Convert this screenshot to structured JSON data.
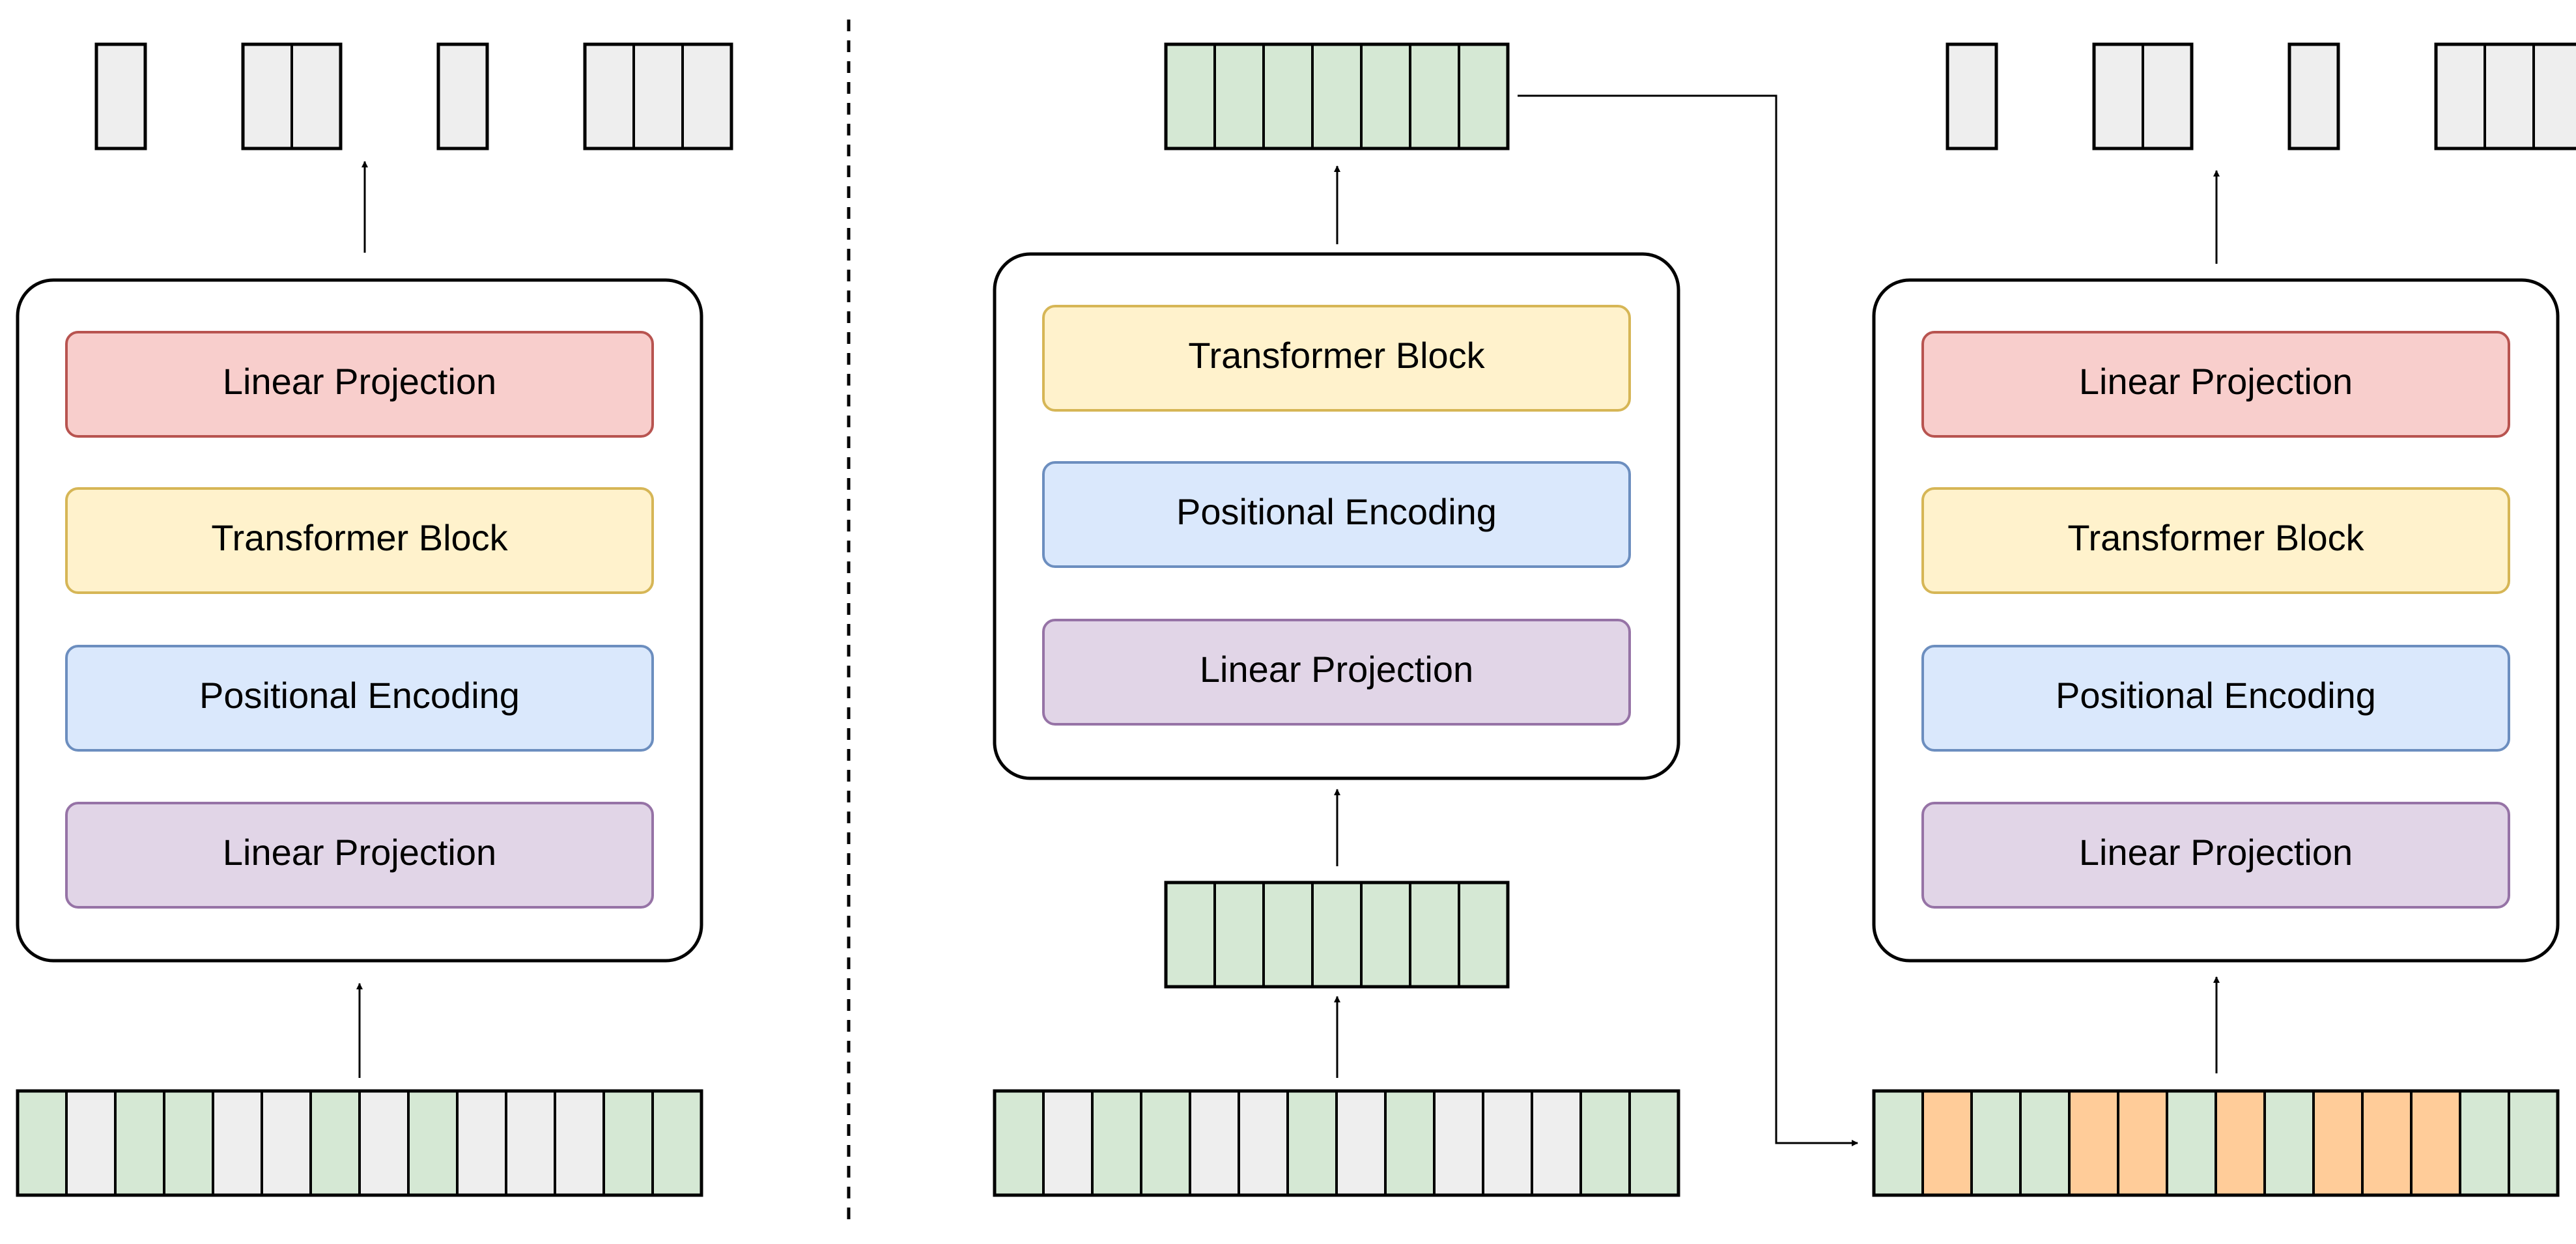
{
  "colors": {
    "linear_projection_top_fill": "#f8cecc",
    "linear_projection_top_stroke": "#b85450",
    "transformer_fill": "#fff2cc",
    "transformer_stroke": "#d6b656",
    "positional_fill": "#dae8fc",
    "positional_stroke": "#6c8ebf",
    "linear_projection_bottom_fill": "#e1d5e7",
    "linear_projection_bottom_stroke": "#9673a6",
    "visible_token": "#d5e8d4",
    "masked_token": "#eeeeee",
    "predicted_token": "#ffcc99",
    "output_token": "#eeeeee"
  },
  "left_panel": {
    "layers": [
      "Linear Projection",
      "Transformer Block",
      "Positional Encoding",
      "Linear Projection"
    ],
    "input_sequence": [
      "visible",
      "masked",
      "visible",
      "visible",
      "masked",
      "masked",
      "visible",
      "masked",
      "visible",
      "masked",
      "masked",
      "masked",
      "visible",
      "visible"
    ],
    "output_groups": [
      1,
      2,
      1,
      3
    ]
  },
  "middle_panel": {
    "layers": [
      "Transformer Block",
      "Positional Encoding",
      "Linear Projection"
    ],
    "input_sequence": [
      "visible",
      "masked",
      "visible",
      "visible",
      "masked",
      "masked",
      "visible",
      "masked",
      "visible",
      "masked",
      "masked",
      "masked",
      "visible",
      "visible"
    ],
    "visible_count": 7,
    "encoded_count": 7
  },
  "right_panel": {
    "layers": [
      "Linear Projection",
      "Transformer Block",
      "Positional Encoding",
      "Linear Projection"
    ],
    "input_sequence": [
      "visible",
      "predicted",
      "visible",
      "visible",
      "predicted",
      "predicted",
      "visible",
      "predicted",
      "visible",
      "predicted",
      "predicted",
      "predicted",
      "visible",
      "visible"
    ],
    "output_groups": [
      1,
      2,
      1,
      3
    ]
  }
}
